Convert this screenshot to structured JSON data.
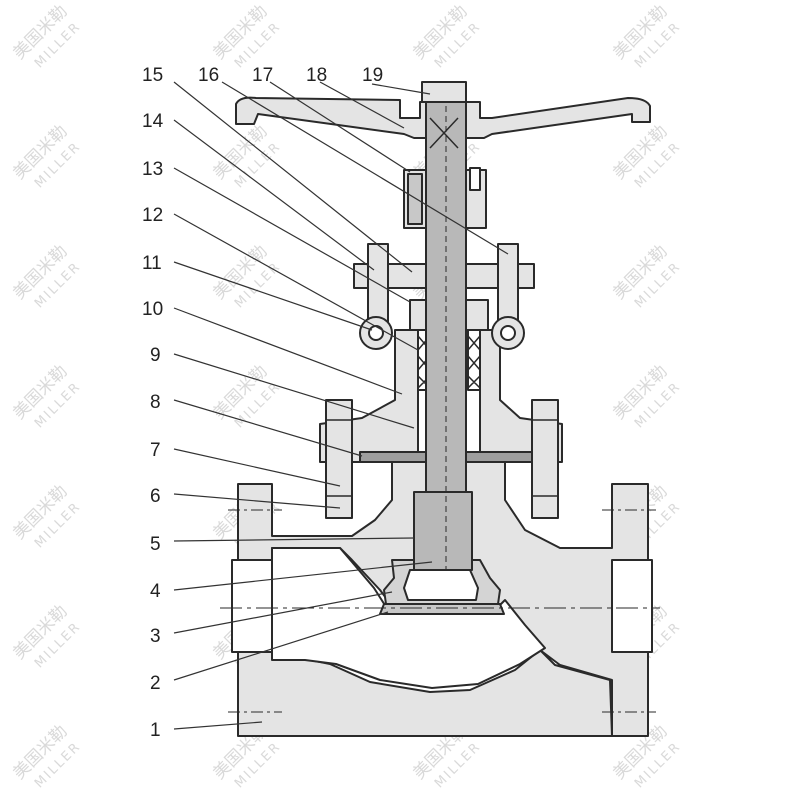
{
  "watermark": {
    "brand_cn": "美国米勒",
    "brand_en": "MILLER"
  },
  "callouts": [
    {
      "label": "1"
    },
    {
      "label": "2"
    },
    {
      "label": "3"
    },
    {
      "label": "4"
    },
    {
      "label": "5"
    },
    {
      "label": "6"
    },
    {
      "label": "7"
    },
    {
      "label": "8"
    },
    {
      "label": "9"
    },
    {
      "label": "10"
    },
    {
      "label": "11"
    },
    {
      "label": "12"
    },
    {
      "label": "13"
    },
    {
      "label": "14"
    },
    {
      "label": "15"
    },
    {
      "label": "16"
    },
    {
      "label": "17"
    },
    {
      "label": "18"
    },
    {
      "label": "19"
    }
  ],
  "colors": {
    "body_fill": "#e4e4e4",
    "stem_fill": "#b8b8b8",
    "outline": "#2a2a2a",
    "leader": "#333333",
    "watermark": "#d9d9d9"
  }
}
